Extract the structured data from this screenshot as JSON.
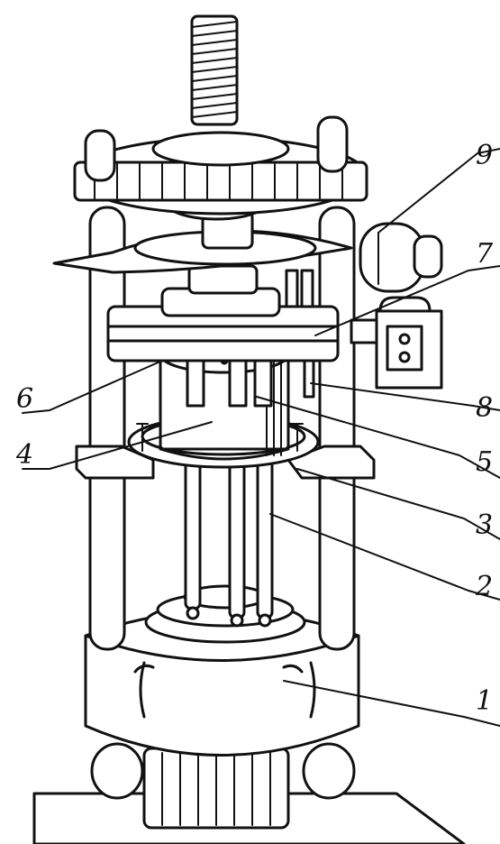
{
  "labels": {
    "p1": "1",
    "p2": "2",
    "p3": "3",
    "p4": "4",
    "p5": "5",
    "p6": "6",
    "p7": "7",
    "p8": "8",
    "p9": "9"
  }
}
